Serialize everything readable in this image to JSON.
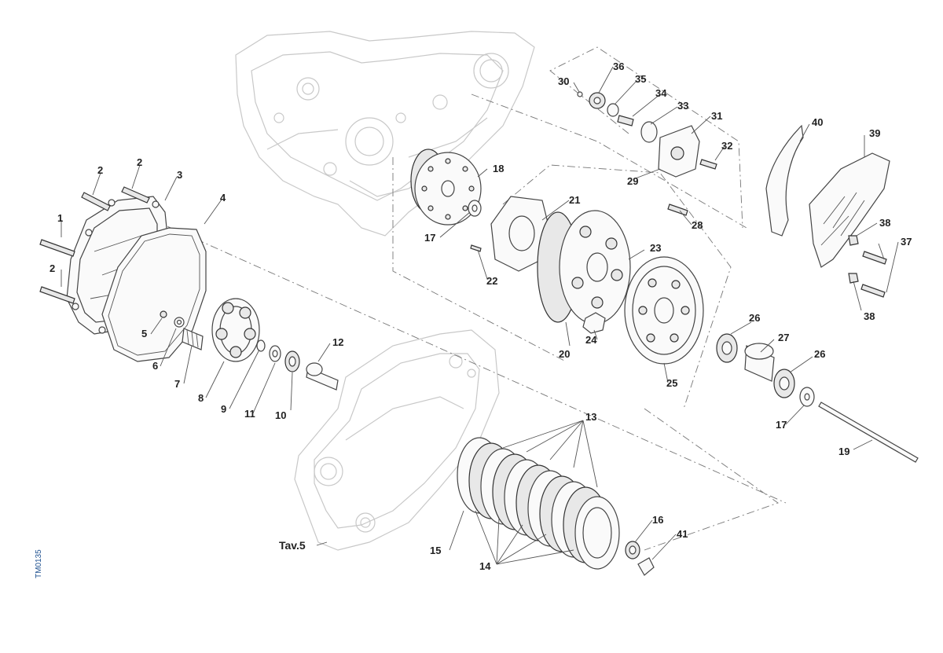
{
  "diagram": {
    "figure_code": "TM0135",
    "reference_label": "Tav.5",
    "callouts": {
      "c1": "1",
      "c2a": "2",
      "c2b": "2",
      "c2c": "2",
      "c3": "3",
      "c4": "4",
      "c5": "5",
      "c6": "6",
      "c7": "7",
      "c8": "8",
      "c9": "9",
      "c10": "10",
      "c11": "11",
      "c12": "12",
      "c13": "13",
      "c14": "14",
      "c15": "15",
      "c16": "16",
      "c17a": "17",
      "c17b": "17",
      "c18": "18",
      "c19": "19",
      "c20": "20",
      "c21": "21",
      "c22": "22",
      "c23": "23",
      "c24": "24",
      "c25": "25",
      "c26a": "26",
      "c26b": "26",
      "c27": "27",
      "c28": "28",
      "c29": "29",
      "c30": "30",
      "c31": "31",
      "c32": "32",
      "c33": "33",
      "c34": "34",
      "c35": "35",
      "c36": "36",
      "c37": "37",
      "c38a": "38",
      "c38b": "38",
      "c39": "39",
      "c40": "40",
      "c41": "41"
    }
  }
}
